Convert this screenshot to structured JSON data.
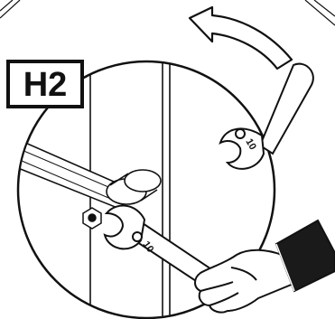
{
  "step_label": "H2",
  "wrench_top_size": "10",
  "wrench_bottom_size": "10",
  "rotation_direction": "counter-clockwise",
  "colors": {
    "ink": "#111111",
    "paper": "#ffffff",
    "sleeve": "#1a1a1a"
  },
  "icons": [
    "rotate-arrow-icon",
    "wrench-icon",
    "hand-icon"
  ]
}
